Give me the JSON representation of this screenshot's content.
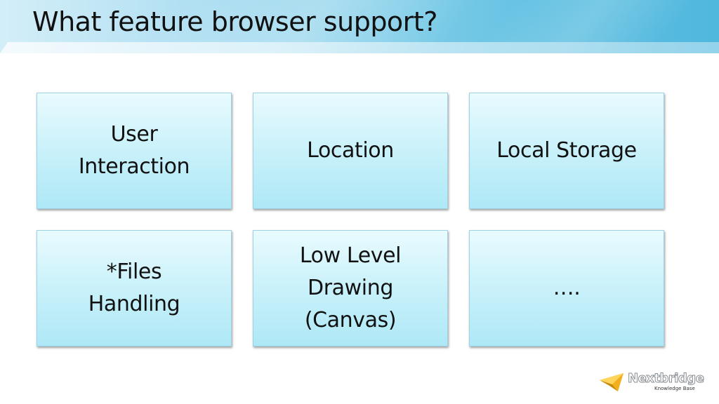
{
  "slide": {
    "title": "What feature browser support?"
  },
  "boxes": [
    {
      "label": "User\nInteraction"
    },
    {
      "label": "Location"
    },
    {
      "label": "Local Storage"
    },
    {
      "label": "*Files\nHandling"
    },
    {
      "label": "Low Level\nDrawing\n(Canvas)"
    },
    {
      "label": "…."
    }
  ],
  "logo": {
    "brand": "Nextbridge",
    "tagline": "Knowledge Base",
    "icon": "gold-arrow-icon"
  },
  "colors": {
    "header_blue": "#50b7dd",
    "box_fill_top": "#e9fbfe",
    "box_fill_bottom": "#aee8f6",
    "box_border": "#9fd2e4",
    "logo_gold": "#f2b01e"
  }
}
